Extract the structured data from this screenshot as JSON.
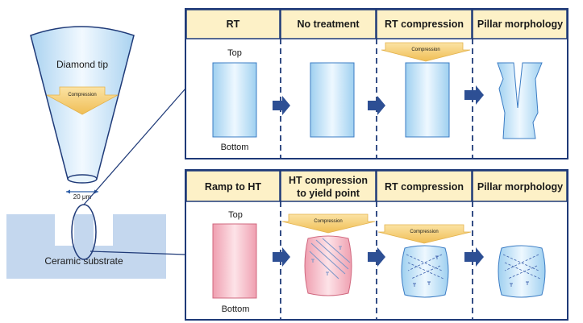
{
  "left": {
    "tip_label": "Diamond tip",
    "tip_compression": "Compression",
    "scale_label": "20 μm",
    "substrate_label": "Ceramic substrate"
  },
  "top_panel": {
    "headers": [
      "RT",
      "No treatment",
      "RT compression",
      "Pillar morphology"
    ],
    "top_label": "Top",
    "bottom_label": "Bottom",
    "compression_label": "Compression"
  },
  "bottom_panel": {
    "headers": [
      "Ramp to HT",
      "HT compression",
      "to yield point",
      "RT compression",
      "Pillar morphology"
    ],
    "top_label": "Top",
    "bottom_label": "Bottom",
    "compression_label_1": "Compression",
    "compression_label_2": "Compression"
  },
  "colors": {
    "frame": "#1f3a78",
    "header_fill": "#fdf1c7",
    "arrow": "#2d4f94",
    "blue_pillar": "#bfe0f5",
    "pink_pillar": "#f4b6c2",
    "press_arrow": "#f3c86a",
    "substrate": "#c4d7ee",
    "cone": "#cfe4f5"
  }
}
